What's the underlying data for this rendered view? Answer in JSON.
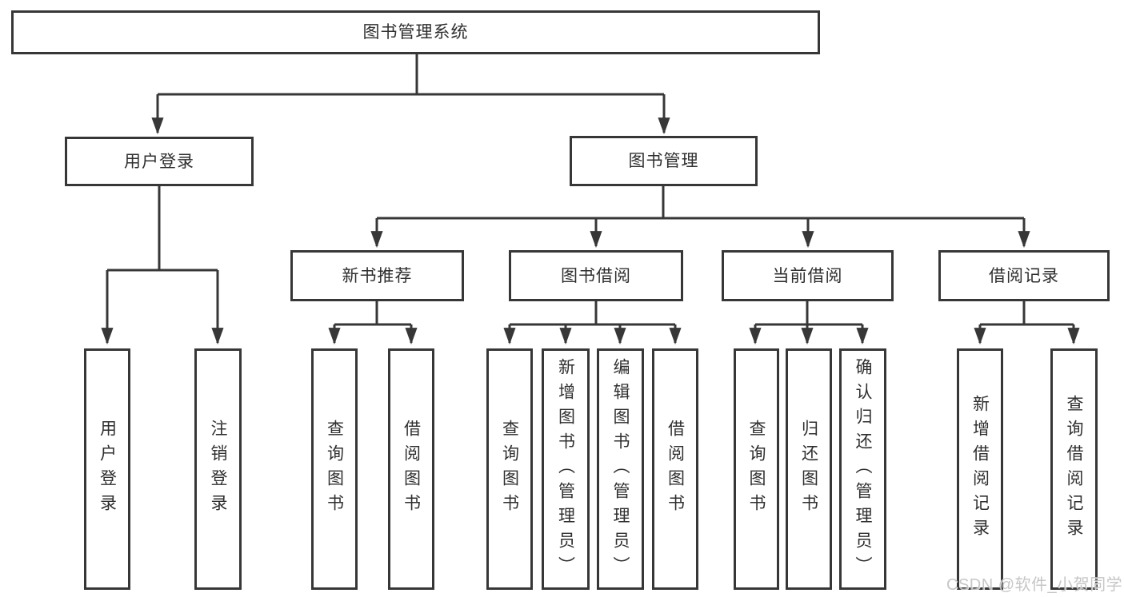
{
  "tree": {
    "root": {
      "label": "图书管理系统"
    },
    "branches": [
      {
        "label": "用户登录",
        "children": [
          {
            "label": "用户登录"
          },
          {
            "label": "注销登录"
          }
        ]
      },
      {
        "label": "图书管理",
        "children": [
          {
            "label": "新书推荐",
            "children": [
              {
                "label": "查询图书"
              },
              {
                "label": "借阅图书"
              }
            ]
          },
          {
            "label": "图书借阅",
            "children": [
              {
                "label": "查询图书"
              },
              {
                "label": "新增图书（管理员）"
              },
              {
                "label": "编辑图书（管理员）"
              },
              {
                "label": "借阅图书"
              }
            ]
          },
          {
            "label": "当前借阅",
            "children": [
              {
                "label": "查询图书"
              },
              {
                "label": "归还图书"
              },
              {
                "label": "确认归还（管理员）"
              }
            ]
          },
          {
            "label": "借阅记录",
            "children": [
              {
                "label": "新增借阅记录"
              },
              {
                "label": "查询借阅记录"
              }
            ]
          }
        ]
      }
    ]
  },
  "watermark": {
    "text": "CSDN @软件_小贺同学"
  },
  "colors": {
    "line": "#373737",
    "box_border": "#373737",
    "box_fill": "#ffffff",
    "text": "#2f2f2f",
    "watermark": "#c2c2c2",
    "background": "#ffffff"
  }
}
